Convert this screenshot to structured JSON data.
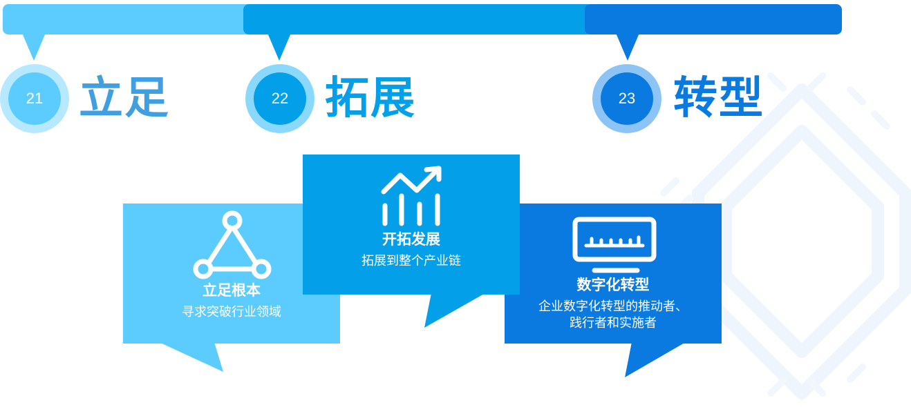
{
  "colors": {
    "light": "#5ccbfd",
    "mid": "#049fe9",
    "dark": "#0a79e0",
    "ring_light": "#b7e9fe",
    "ring_mid": "#8ad9fc",
    "ring_dark": "#8cc4f5",
    "deco": "#eef5fc"
  },
  "stages": [
    {
      "number": "21",
      "title": "立足"
    },
    {
      "number": "22",
      "title": "拓展"
    },
    {
      "number": "23",
      "title": "转型"
    }
  ],
  "cards": [
    {
      "icon": "triangle-network-icon",
      "title": "立足根本",
      "subtitle": [
        "寻求突破行业领域"
      ]
    },
    {
      "icon": "growth-chart-icon",
      "title": "开拓发展",
      "subtitle": [
        "拓展到整个产业链"
      ]
    },
    {
      "icon": "monitor-equalizer-icon",
      "title": "数字化转型",
      "subtitle": [
        "企业数字化转型的推动者、",
        "践行者和实施者"
      ]
    }
  ]
}
